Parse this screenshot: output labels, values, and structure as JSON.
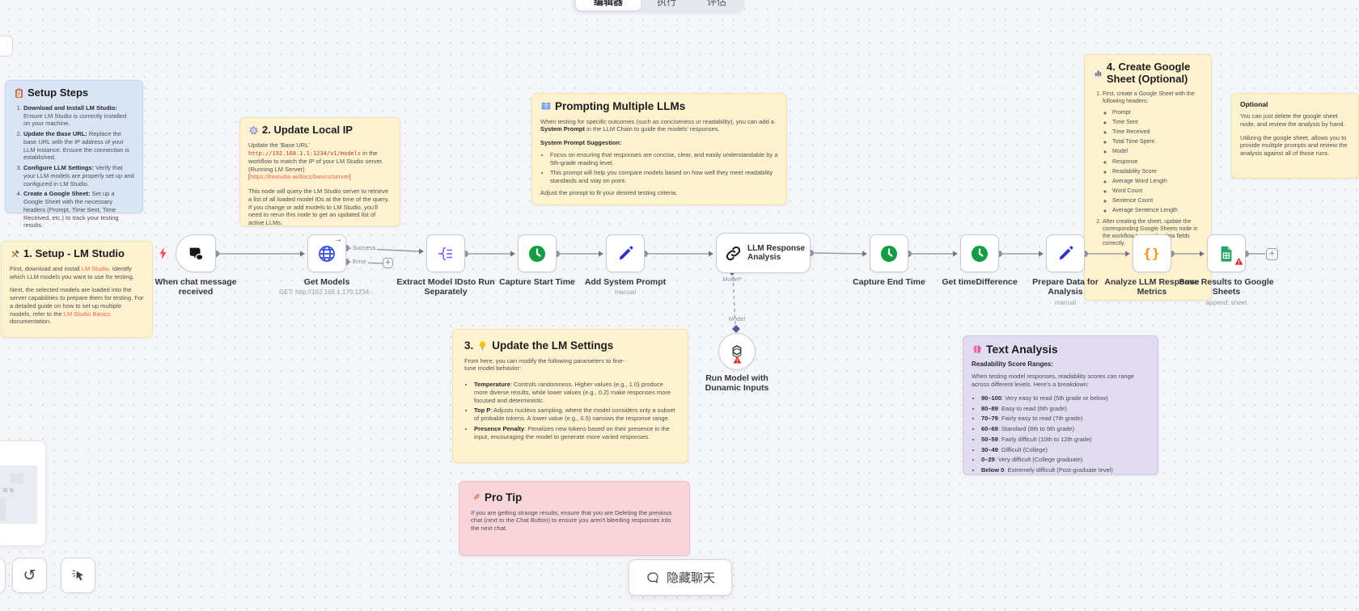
{
  "tabs": [
    {
      "label": "编辑器"
    },
    {
      "label": "执行"
    },
    {
      "label": "评估"
    }
  ],
  "stickies": {
    "setup_steps": {
      "icon": "clipboard-icon",
      "title": "Setup Steps",
      "items": [
        {
          "bold": "Download and Install LM Studio:",
          "text": " Ensure LM Studio is correctly installed on your machine."
        },
        {
          "bold": "Update the Base URL:",
          "text": " Replace the base URL with the IP address of your LLM instance. Ensure the connection is established."
        },
        {
          "bold": "Configure LLM Settings:",
          "text": " Verify that your LLM models are properly set up and configured in LM Studio."
        },
        {
          "bold": "Create a Google Sheet:",
          "text": " Set up a Google Sheet with the necessary headers (Prompt, Time Sent, Time Received, etc.) to track your testing results."
        }
      ]
    },
    "setup_lm": {
      "icon": "tools-icon",
      "title": "1. Setup - LM Studio",
      "p1_pre": "First, download and install ",
      "p1_link": "LM Studio",
      "p1_post": ". Identify which LLM models you want to use for testing.",
      "p2_pre": "Next, the selected models are loaded into the server capabilities to prepare them for testing. For a detailed guide on how to set up multiple models, refer to the ",
      "p2_link": "LM Studio Basics",
      "p2_post": " documentation."
    },
    "update_ip": {
      "icon": "gear-icon",
      "title": "2. Update Local IP",
      "line1": "Update the 'Base URL'",
      "code": "http://192.168.1.1:1234/v1/models",
      "after_code": " in the workflow to match the IP of your LM Studio server. (Running LM Server)[",
      "link": "https://lmstudio.ai/docs/basics/server",
      "after_link": "]",
      "p2": "This node will query the LM Studio server to retrieve a list of all loaded model IDs at the time of the query. If you change or add models to LM Studio, you'll need to rerun this node to get an updated list of active LLMs."
    },
    "prompting": {
      "icon": "book-icon",
      "title": "Prompting Multiple LLMs",
      "p1_pre": "When testing for specific outcomes (such as conciseness or readability), you can add a ",
      "p1_bold": "System Prompt",
      "p1_post": " in the LLM Chain to guide the models' responses.",
      "subhead": "System Prompt Suggestion:",
      "bullets": [
        "Focus on ensuring that responses are concise, clear, and easily understandable by a 5th-grade reading level.",
        "This prompt will help you compare models based on how well they meet readability standards and stay on point."
      ],
      "p3": "Adjust the prompt to fit your desired testing criteria."
    },
    "lm_settings": {
      "prefix": "3.",
      "icon": "bulb-icon",
      "title": "Update the LM Settings",
      "p1": "From here, you can modify the following parameters to fine-tune model behavior:",
      "bullets": [
        {
          "bold": "Temperature",
          "text": ": Controls randomness. Higher values (e.g., 1.0) produce more diverse results, while lower values (e.g., 0.2) make responses more focused and deterministic."
        },
        {
          "bold": "Top P",
          "text": ": Adjusts nucleus sampling, where the model considers only a subset of probable tokens. A lower value (e.g., 0.5) narrows the response range."
        },
        {
          "bold": "Presence Penalty",
          "text": ": Penalizes new tokens based on their presence in the input, encouraging the model to generate more varied responses."
        }
      ]
    },
    "pro_tip": {
      "icon": "rocket-icon",
      "title": "Pro Tip",
      "p1": "If you are getting strange results, ensure that you are Deleting the previous chat (next to the Chat Button) to ensure you aren't bleeding responses into the next chat."
    },
    "text_analysis": {
      "icon": "brain-icon",
      "title": "Text Analysis",
      "subhead": "Readability Score Ranges:",
      "p1": "When testing model responses, readability scores can range across different levels. Here's a breakdown:",
      "ranges": [
        {
          "bold": "90–100",
          "text": ": Very easy to read (5th grade or below)"
        },
        {
          "bold": "80–89",
          "text": ": Easy to read (6th grade)"
        },
        {
          "bold": "70–79",
          "text": ": Fairly easy to read (7th grade)"
        },
        {
          "bold": "60–69",
          "text": ": Standard (8th to 9th grade)"
        },
        {
          "bold": "50–59",
          "text": ": Fairly difficult (10th to 12th grade)"
        },
        {
          "bold": "30–49",
          "text": ": Difficult (College)"
        },
        {
          "bold": "0–29",
          "text": ": Very difficult (College graduate)"
        },
        {
          "bold": "Below 0",
          "text": ": Extremely difficult (Post-graduate level)"
        }
      ]
    },
    "create_sheet": {
      "icon": "chart-icon",
      "title": "4. Create Google Sheet (Optional)",
      "item1": "First, create a Google Sheet with the following headers:",
      "headers": [
        "Prompt",
        "Time Sent",
        "Time Received",
        "Total Time Spent",
        "Model",
        "Response",
        "Readability Score",
        "Average Word Length",
        "Word Count",
        "Sentence Count",
        "Average Sentence Length"
      ],
      "item2": "After creating the sheet, update the corresponding Google Sheets node in the workflow to map the data fields correctly."
    },
    "optional": {
      "title": "Optional",
      "p1": "You can just delete the google sheet node, and review the analysis by hand.",
      "p2": "Utilizing the google sheet, allows you to provide mulitple prompts and review the analysis against all of those runs."
    }
  },
  "nodes": {
    "chat": {
      "name": "When chat message received"
    },
    "get_models": {
      "name": "Get Models",
      "subtitle": "GET: http://192.168.1.179:1234...",
      "badge": "→"
    },
    "extract": {
      "name": "Extract Model IDsto Run Separately"
    },
    "start_time": {
      "name": "Capture Start Time"
    },
    "add_prompt": {
      "name": "Add System Prompt",
      "subtitle": "manual"
    },
    "llm": {
      "name_line1": "LLM Response",
      "name_line2": "Analysis"
    },
    "end_time": {
      "name": "Capture End Time"
    },
    "time_diff": {
      "name": "Get timeDifference"
    },
    "prepare": {
      "name": "Prepare Data for Analysis",
      "subtitle": "manual"
    },
    "analyze": {
      "name": "Analyze LLM Response Metrics"
    },
    "sheets": {
      "name": "Save Results to Google Sheets",
      "subtitle": "append: sheet"
    },
    "run_model": {
      "name": "Run Model with Dunamic Inputs"
    }
  },
  "icons": {
    "braces": "{}"
  },
  "wire_labels": {
    "success": "Success",
    "error": "Error"
  },
  "ports": {
    "model": "Model",
    "required_mark": "*"
  },
  "controls": {
    "hide_chat": "隐藏聊天",
    "undo_icon": "↺",
    "plus": "+"
  }
}
